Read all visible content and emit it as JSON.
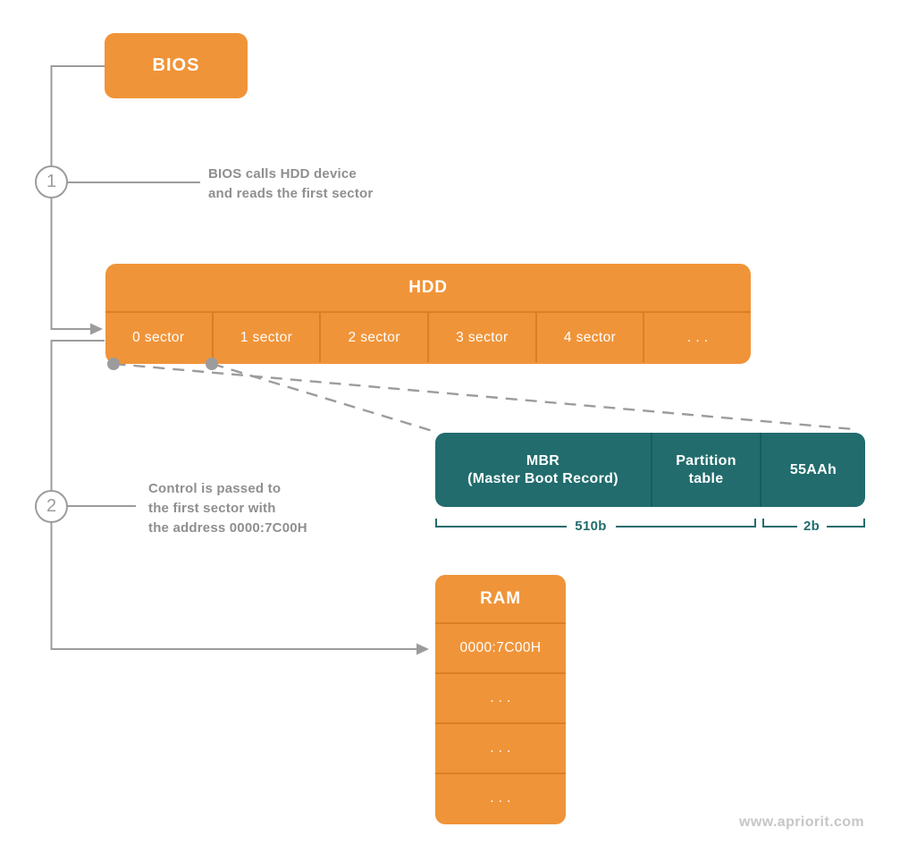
{
  "colors": {
    "orange": "#F09439",
    "orange_divider": "#DB7E26",
    "teal": "#226C6D",
    "teal_divider": "#1A5C5E",
    "line_gray": "#9C9C9C",
    "text_gray": "#8F8F8F",
    "watermark_gray": "#C6C6C6"
  },
  "bios": {
    "label": "BIOS"
  },
  "step1": {
    "number": "1",
    "lines": [
      "BIOS calls HDD device",
      "and reads the first sector"
    ]
  },
  "hdd": {
    "title": "HDD",
    "sectors": [
      "0 sector",
      "1 sector",
      "2 sector",
      "3 sector",
      "4 sector",
      ". . ."
    ]
  },
  "mbr": {
    "cell1_line1": "MBR",
    "cell1_line2": "(Master Boot Record)",
    "cell2_line1": "Partition",
    "cell2_line2": "table",
    "cell3": "55AAh",
    "bracket1_label": "510b",
    "bracket2_label": "2b"
  },
  "step2": {
    "number": "2",
    "lines": [
      "Control is passed to",
      "the first sector with",
      "the address 0000:7C00H"
    ]
  },
  "ram": {
    "title": "RAM",
    "cells": [
      "0000:7C00H",
      ". . .",
      ". . .",
      ". . ."
    ]
  },
  "watermark": "www.apriorit.com"
}
